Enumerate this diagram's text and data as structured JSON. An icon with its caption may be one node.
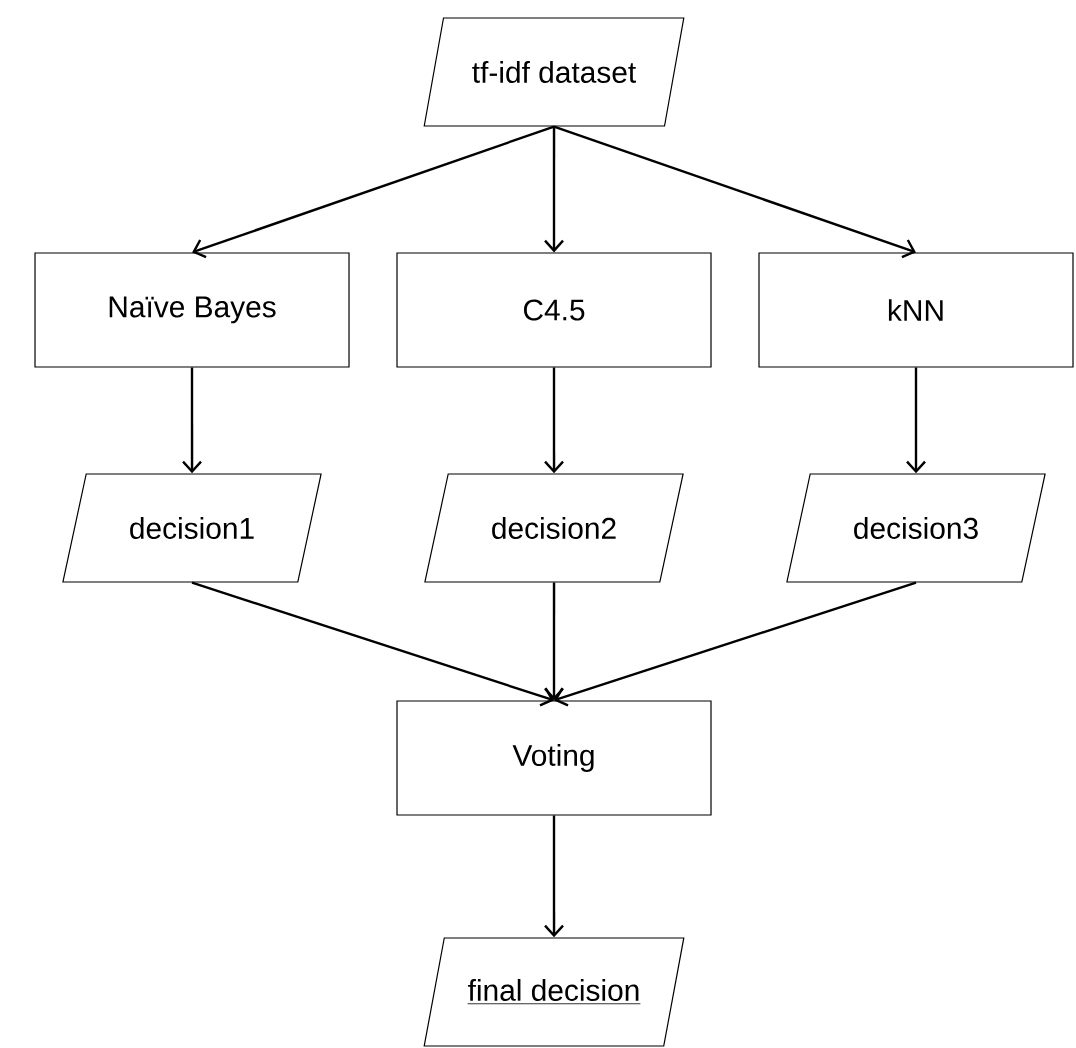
{
  "diagram": {
    "nodes": [
      {
        "text": [
          "tf-idf dataset"
        ]
      },
      {
        "text": [
          "Naïve Bayes"
        ]
      },
      {
        "text": [
          "C4.5"
        ]
      },
      {
        "text": [
          "kNN"
        ]
      },
      {
        "text": [
          "decision1"
        ]
      },
      {
        "text": [
          "decision2"
        ]
      },
      {
        "text": [
          "decision3"
        ]
      },
      {
        "text": [
          "Voting"
        ]
      },
      {
        "text": [
          "final decision"
        ]
      }
    ],
    "edges": [
      {
        "from": 0,
        "to": 1,
        "arrow": "to"
      },
      {
        "from": 0,
        "to": 2,
        "arrow": "to"
      },
      {
        "from": 0,
        "to": 3,
        "arrow": "to"
      },
      {
        "from": 1,
        "to": 4,
        "arrow": "to"
      },
      {
        "from": 2,
        "to": 5,
        "arrow": "to"
      },
      {
        "from": 3,
        "to": 6,
        "arrow": "to"
      },
      {
        "from": 4,
        "to": 7,
        "arrow": "to"
      },
      {
        "from": 5,
        "to": 7,
        "arrow": "to"
      },
      {
        "from": 6,
        "to": 7,
        "arrow": "to"
      },
      {
        "from": 7,
        "to": 8,
        "arrow": "to"
      }
    ]
  }
}
